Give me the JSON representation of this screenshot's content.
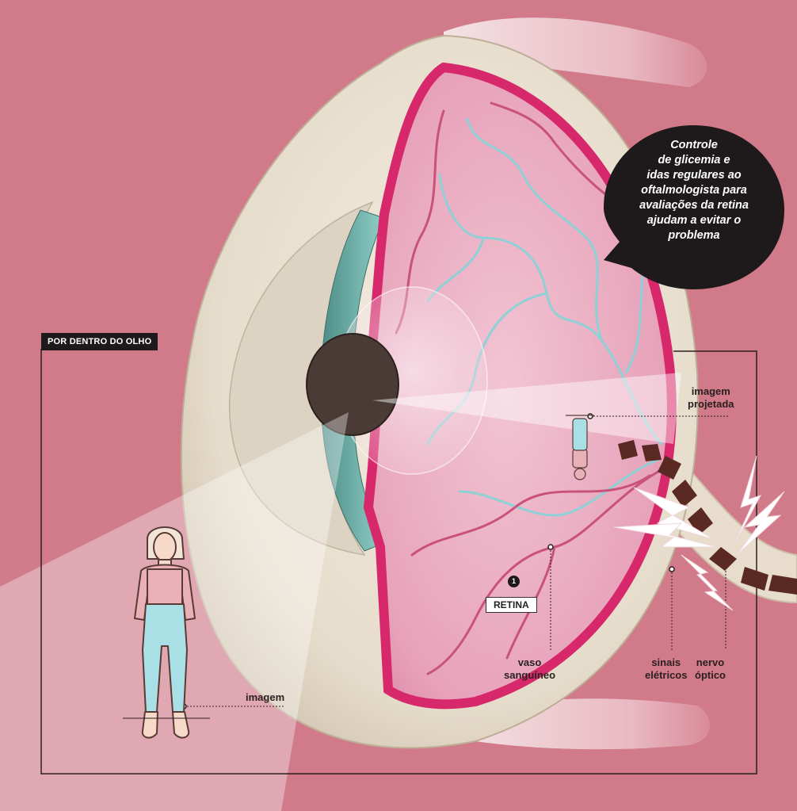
{
  "section_tag": "POR DENTRO DO OLHO",
  "callout": {
    "lines": [
      "Controle",
      "de glicemia e",
      "idas regulares ao",
      "oftalmologista para",
      "avaliações da retina",
      "ajudam a evitar o",
      "problema"
    ]
  },
  "labels": {
    "imagem_projetada": [
      "imagem",
      "projetada"
    ],
    "vaso_sanguineo": [
      "vaso",
      "sanguíneo"
    ],
    "sinais_eletricos": [
      "sinais",
      "elétricos"
    ],
    "nervo_optico": [
      "nervo",
      "óptico"
    ],
    "imagem": "imagem",
    "retina": "RETINA",
    "retina_number": "1"
  },
  "colors": {
    "background": "#d07a8a",
    "sclera": "#ede4d6",
    "retina_fill": "#e9a5bd",
    "retina_edge": "#d6286a",
    "vessel_blue": "#8fd0d6",
    "vessel_pink": "#c9527a",
    "figure_blue": "#a9e0e6",
    "figure_pink": "#eab0b8",
    "signal_brown": "#5a2a22",
    "dark": "#1e1a1b"
  }
}
